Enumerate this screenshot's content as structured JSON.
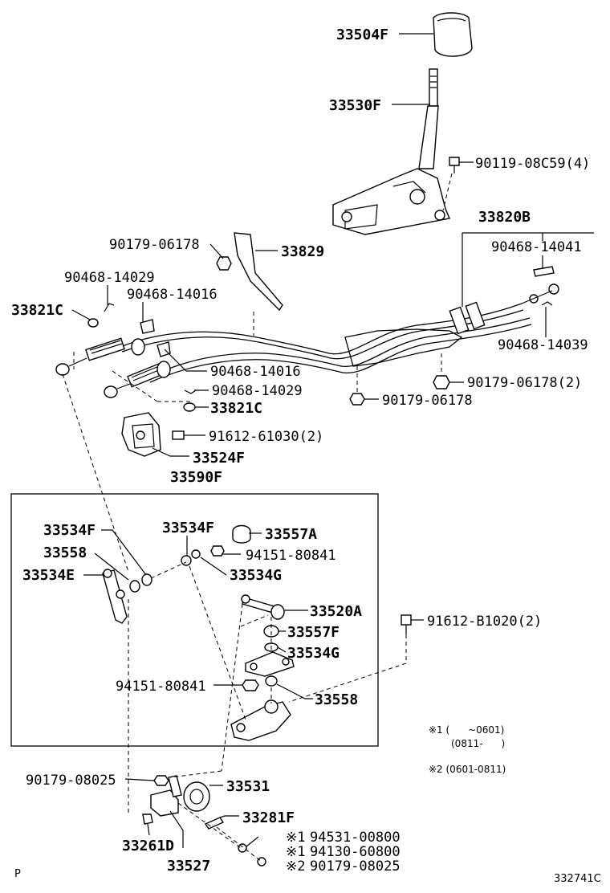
{
  "parts": [
    {
      "id": "p33504F",
      "text": "33504F"
    },
    {
      "id": "p33530F",
      "text": "33530F"
    },
    {
      "id": "p90119",
      "text": "90119-08C59(4)"
    },
    {
      "id": "p33820B",
      "text": "33820B"
    },
    {
      "id": "p90179a",
      "text": "90179-06178"
    },
    {
      "id": "p33829",
      "text": "33829"
    },
    {
      "id": "p90468_14041",
      "text": "90468-14041"
    },
    {
      "id": "p90468_14029a",
      "text": "90468-14029"
    },
    {
      "id": "p90468_14016a",
      "text": "90468-14016"
    },
    {
      "id": "p33821Ca",
      "text": "33821C"
    },
    {
      "id": "p90468_14039",
      "text": "90468-14039"
    },
    {
      "id": "p90468_14016b",
      "text": "90468-14016"
    },
    {
      "id": "p90179_2",
      "text": "90179-06178(2)"
    },
    {
      "id": "p90468_14029b",
      "text": "90468-14029"
    },
    {
      "id": "p90179b",
      "text": "90179-06178"
    },
    {
      "id": "p33821Cb",
      "text": "33821C"
    },
    {
      "id": "p91612_61030",
      "text": "91612-61030(2)"
    },
    {
      "id": "p33524F",
      "text": "33524F"
    },
    {
      "id": "p33590F",
      "text": "33590F"
    },
    {
      "id": "p33534Fa",
      "text": "33534F"
    },
    {
      "id": "p33534Fb",
      "text": "33534F"
    },
    {
      "id": "p33557A",
      "text": "33557A"
    },
    {
      "id": "p33558a",
      "text": "33558"
    },
    {
      "id": "p94151a",
      "text": "94151-80841"
    },
    {
      "id": "p33534E",
      "text": "33534E"
    },
    {
      "id": "p33534Ga",
      "text": "33534G"
    },
    {
      "id": "p33520A",
      "text": "33520A"
    },
    {
      "id": "p91612_B1020",
      "text": "91612-B1020(2)"
    },
    {
      "id": "p33557F",
      "text": "33557F"
    },
    {
      "id": "p33534Gb",
      "text": "33534G"
    },
    {
      "id": "p94151b",
      "text": "94151-80841"
    },
    {
      "id": "p33558b",
      "text": "33558"
    },
    {
      "id": "p90179_08025a",
      "text": "90179-08025"
    },
    {
      "id": "p33531",
      "text": "33531"
    },
    {
      "id": "p33281F",
      "text": "33281F"
    },
    {
      "id": "p94531",
      "text": "94531-00800"
    },
    {
      "id": "p94130",
      "text": "94130-60800"
    },
    {
      "id": "p90179_08025b",
      "text": "90179-08025"
    },
    {
      "id": "p33261D",
      "text": "33261D"
    },
    {
      "id": "p33527",
      "text": "33527"
    }
  ],
  "markers": {
    "m1a": "※1",
    "m1b": "※1",
    "m2": "※2"
  },
  "notes": {
    "n1_line1": "※1 (      ~0601)",
    "n1_line2": "(0811-      )",
    "n2": "※2 (0601-0811)"
  },
  "corner": {
    "left": "P",
    "right": "332741C"
  }
}
